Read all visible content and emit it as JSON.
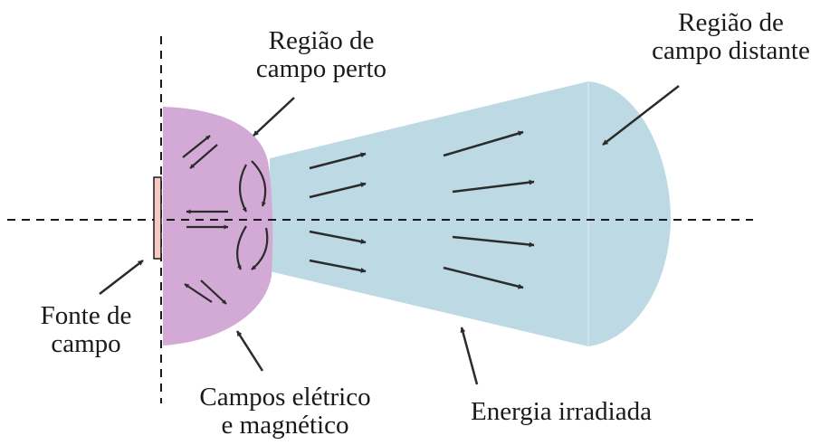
{
  "colors": {
    "near_field": "#d3a9d6",
    "far_field": "#bcd9e4",
    "source": "#f8c9c4",
    "arrow": "#2b2b2b",
    "axis": "#1a1a1a"
  },
  "labels": {
    "near_field_region": [
      "Região de",
      "campo perto"
    ],
    "far_field_region": [
      "Região de",
      "campo distante"
    ],
    "field_source": [
      "Fonte de",
      "campo"
    ],
    "fields": [
      "Campos elétrico",
      "e magnético"
    ],
    "radiated_energy": "Energia irradiada"
  }
}
